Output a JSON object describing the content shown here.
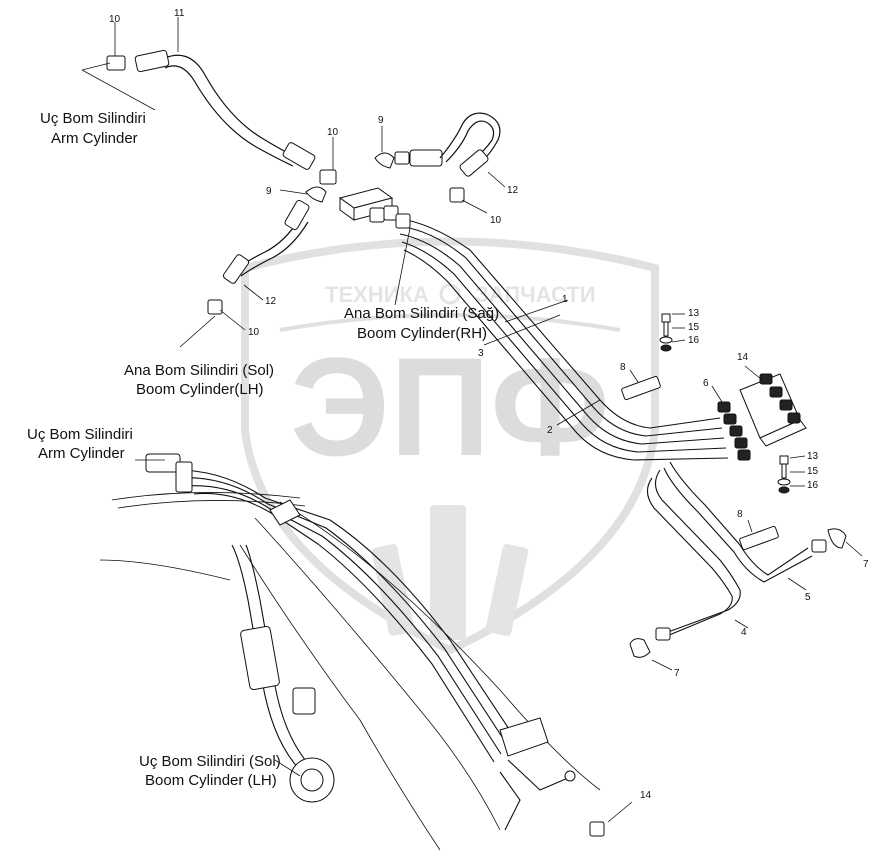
{
  "watermark": {
    "brand_left": "ТЕХНИКА",
    "brand_right": "ЗАПЧАСТИ",
    "logo_letters": "ЭПФ"
  },
  "captions": {
    "arm_top_tr": "Uç Bom Silindiri",
    "arm_top_en": "Arm Cylinder",
    "boom_rh_tr": "Ana Bom Silindiri (Sağ)",
    "boom_rh_en": "Boom Cylinder(RH)",
    "boom_lh_tr": "Ana Bom Silindiri (Sol)",
    "boom_lh_en": "Boom Cylinder(LH)",
    "arm_mid_tr": "Uç Bom Silindiri",
    "arm_mid_en": "Arm Cylinder",
    "arm_low_tr": "Uç Bom Silindiri (Sol)",
    "arm_low_en": "Boom Cylinder (LH)"
  },
  "part_numbers": {
    "p10a": "10",
    "p11": "11",
    "p10b": "10",
    "p9a": "9",
    "p9b": "9",
    "p12a": "12",
    "p10c": "10",
    "p12b": "12",
    "p10d": "10",
    "p1": "1",
    "p3": "3",
    "p2": "2",
    "p13a": "13",
    "p15a": "15",
    "p16a": "16",
    "p8a": "8",
    "p14a": "14",
    "p6": "6",
    "p13b": "13",
    "p15b": "15",
    "p16b": "16",
    "p8b": "8",
    "p7a": "7",
    "p5": "5",
    "p4": "4",
    "p7b": "7",
    "p14b": "14"
  }
}
